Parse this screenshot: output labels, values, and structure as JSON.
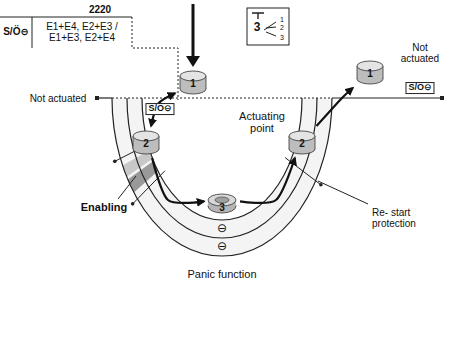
{
  "diagram": {
    "nodes": [
      {
        "text": [
          "1"
        ]
      },
      {
        "text": [
          "2"
        ]
      },
      {
        "text": [
          "3"
        ]
      },
      {
        "text": [
          "2"
        ]
      },
      {
        "text": [
          "1"
        ]
      }
    ],
    "edges": [
      {
        "from": 0,
        "to": 1,
        "arrow": "both"
      },
      {
        "from": 1,
        "to": 2,
        "arrow": "to"
      },
      {
        "from": 2,
        "to": 3,
        "arrow": "to"
      },
      {
        "from": 3,
        "to": 4,
        "arrow": "to"
      }
    ],
    "labels": [
      "2220",
      "S/Ö⊖",
      "E1+E4, E2+E3 / E1+E3, E2+E4",
      "3",
      "1",
      "2",
      "3",
      "Not actuated",
      "S/Ö⊖",
      "Actuating point",
      "Not actuated",
      "S/Ö⊖",
      "Enabling",
      "Re- start protection",
      "Panic function",
      "⊖",
      "⊖"
    ]
  }
}
